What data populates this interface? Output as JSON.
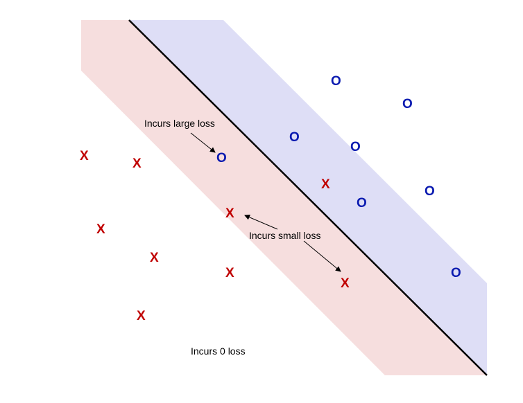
{
  "annotations": {
    "large_loss": "Incurs large loss",
    "small_loss": "Incurs small loss",
    "zero_loss": "Incurs 0 loss"
  },
  "markers": {
    "x_symbol": "X",
    "o_symbol": "O"
  },
  "colors": {
    "negative_margin": "#f6dede",
    "positive_margin": "#dedef6",
    "boundary": "#000000",
    "x_class": "#c00000",
    "o_class": "#0a1ab0"
  }
}
